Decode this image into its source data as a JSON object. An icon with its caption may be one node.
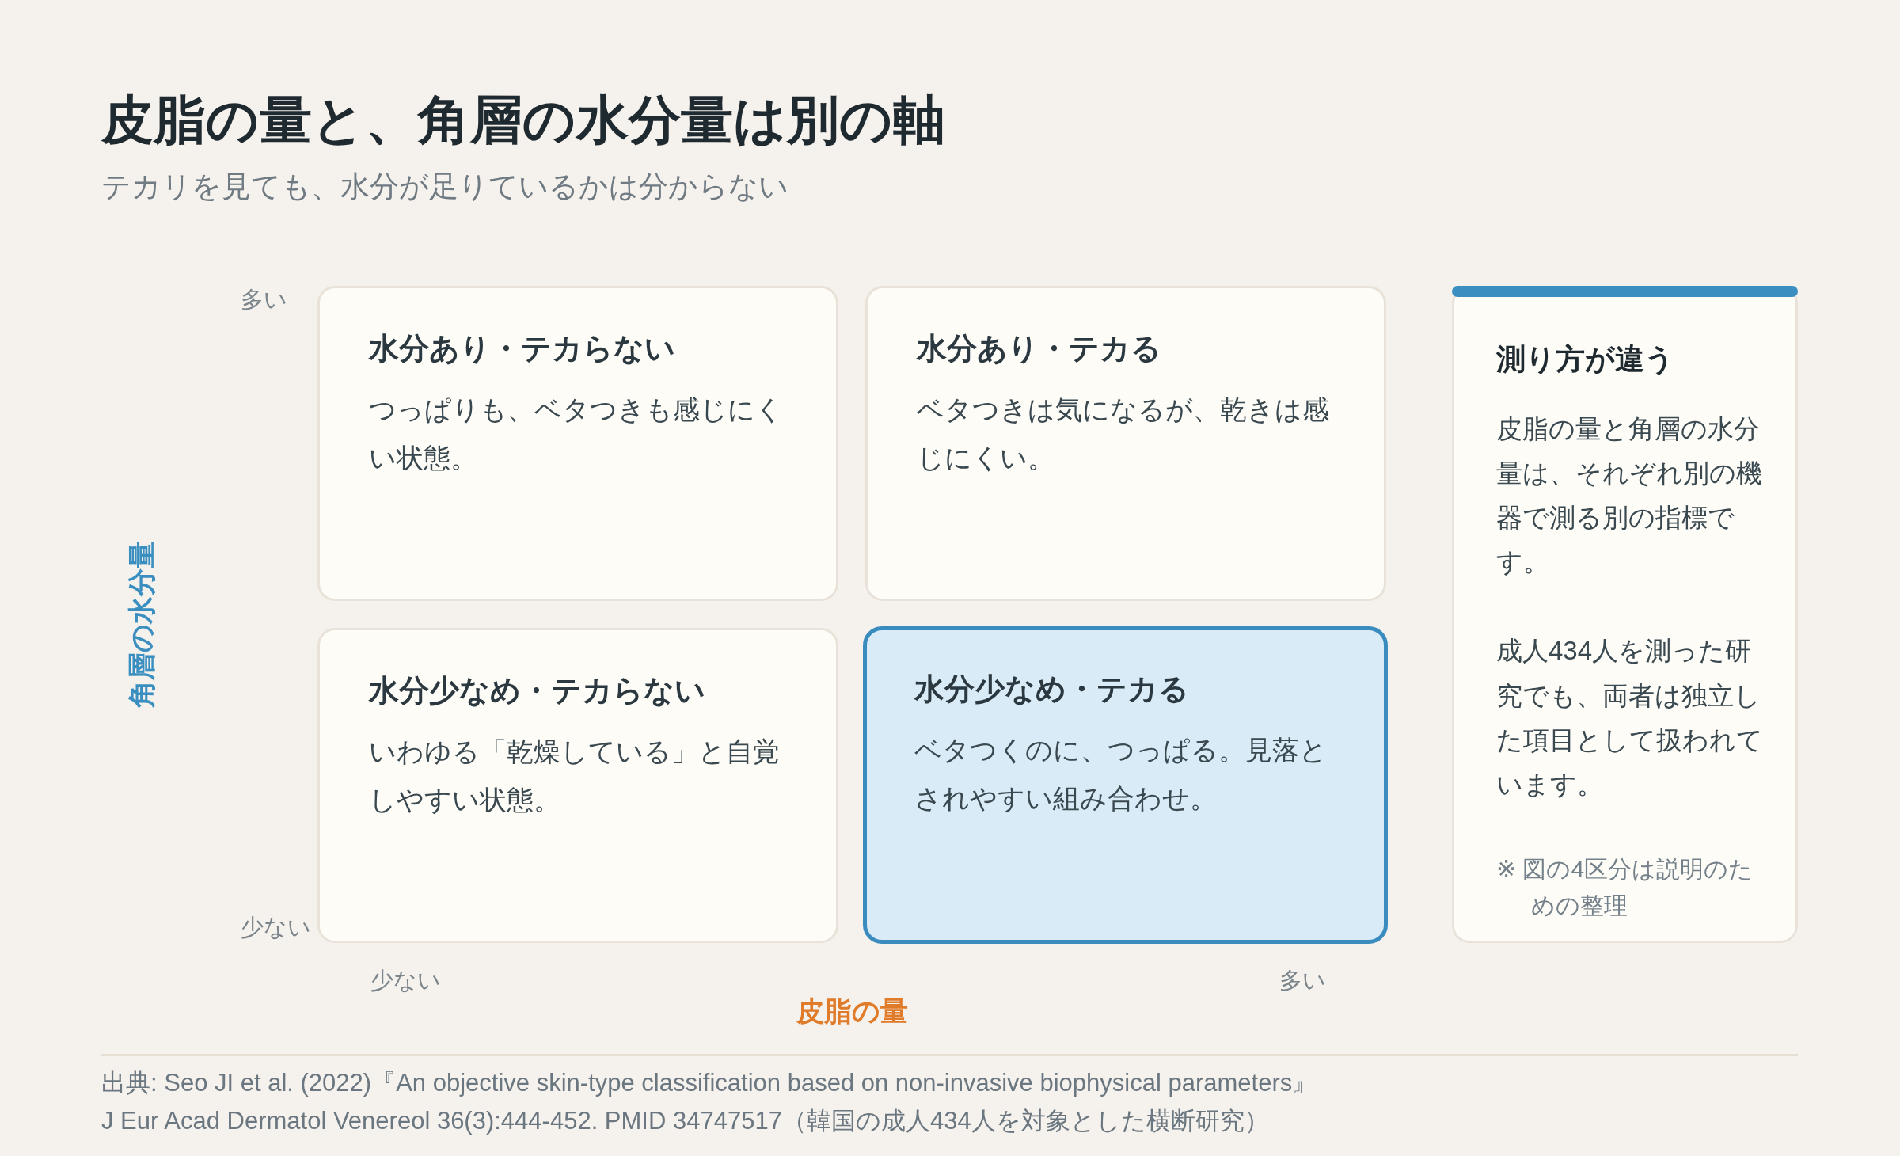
{
  "diagram": {
    "title": "皮脂の量と、角層の水分量は別の軸",
    "caption": "出典: Seo JI et al. (2022)『An objective skin-type classification based on non-invasive biophysical parameters』 J Eur Acad Dermatol Venereol 36(3):444-452. PMID 34747517（韓国の成人434人を対象とした横断研究）",
    "nodes": [
      {
        "text": [
          "水分あり・テカらない",
          "つっぱりも、ベタつきも感じにくい状態。"
        ]
      },
      {
        "text": [
          "水分あり・テカる",
          "ベタつきは気になるが、乾きは感じにくい。"
        ]
      },
      {
        "text": [
          "水分少なめ・テカらない",
          "いわゆる「乾燥している」と自覚しやすい状態。"
        ]
      },
      {
        "text": [
          "水分少なめ・テカる",
          "ベタつくのに、つっぱる。見落とされやすい組み合わせ。"
        ]
      },
      {
        "text": [
          "測り方が違う",
          "皮脂の量と角層の水分量は、それぞれ別の機器で測る別の指標です。",
          "成人434人を測った研究でも、両者は独立した項目として扱われています。",
          "※ 図の4区分は説明のための整理"
        ]
      }
    ],
    "labels": [
      "テカリを見ても、水分が足りているかは分からない",
      "多い",
      "角層の水分量",
      "少ない",
      "少ない",
      "多い",
      "皮脂の量"
    ]
  }
}
